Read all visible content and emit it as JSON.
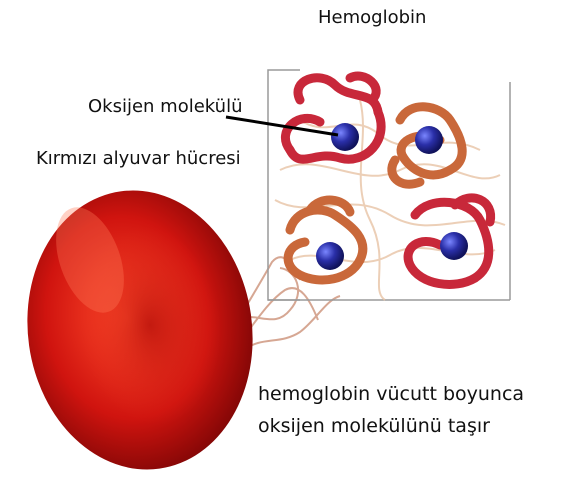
{
  "labels": {
    "hemoglobin": "Hemoglobin",
    "oxygen_molecule": "Oksijen molekülü",
    "red_blood_cell": "Kırmızı alyuvar hücresi",
    "caption_line1": "hemoglobin vücutt boyunca",
    "caption_line2": "oksijen molekülünü taşır"
  },
  "colors": {
    "cell": "#d0140f",
    "heme_red": "#c8283a",
    "heme_orange": "#c9683a",
    "oxygen": "#2a2fa8"
  }
}
